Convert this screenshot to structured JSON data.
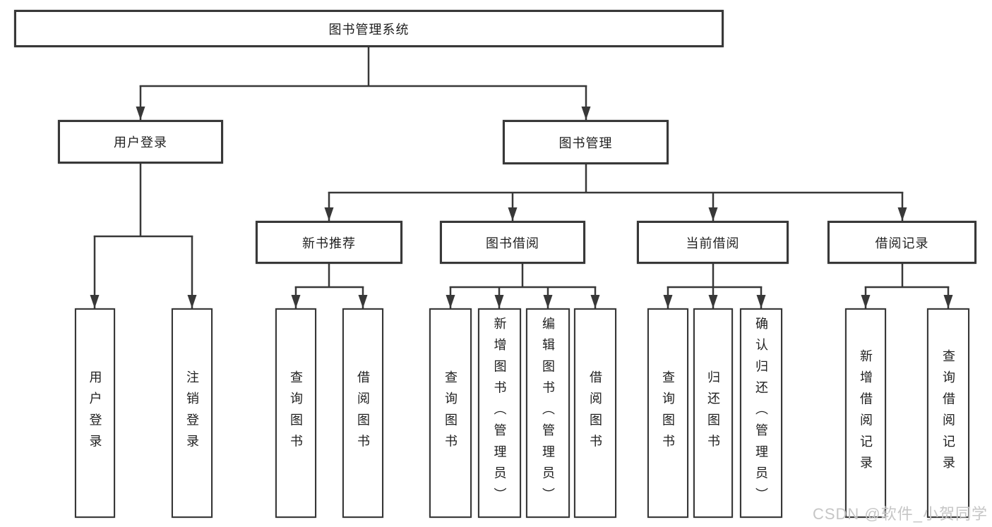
{
  "diagram": {
    "root": {
      "label": "图书管理系统"
    },
    "branches": [
      {
        "label": "用户登录",
        "leaves": [
          "用户登录",
          "注销登录"
        ]
      },
      {
        "label": "图书管理"
      }
    ],
    "groups": [
      {
        "label": "新书推荐",
        "leaves": [
          "查询图书",
          "借阅图书"
        ]
      },
      {
        "label": "图书借阅",
        "leaves": [
          "查询图书",
          "新增图书（管理员）",
          "编辑图书（管理员）",
          "借阅图书"
        ]
      },
      {
        "label": "当前借阅",
        "leaves": [
          "查询图书",
          "归还图书",
          "确认归还（管理员）"
        ]
      },
      {
        "label": "借阅记录",
        "leaves": [
          "新增借阅记录",
          "查询借阅记录"
        ]
      }
    ],
    "watermark": "CSDN @软件_小贺同学",
    "colors": {
      "line": "#383838",
      "text": "#1f1f1f",
      "watermark": "#c6c6c6",
      "background": "#ffffff"
    }
  }
}
